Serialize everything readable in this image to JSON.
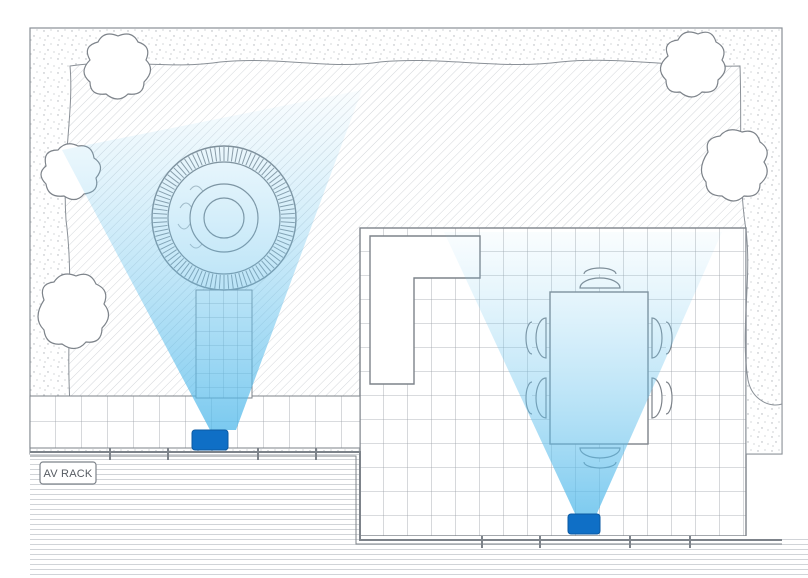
{
  "plan": {
    "av_rack_label": "AV RACK",
    "colors": {
      "line": "#8a9097",
      "paving": "#ffffff",
      "grass_hatch": "#c9ccd0",
      "gravel_dots": "#b8bcc0",
      "speaker": "#0f6fc6",
      "beam": "#6ec6ee"
    },
    "zones": [
      "lawn",
      "gravel-border",
      "paved-terrace",
      "patio-deck",
      "interior-room"
    ],
    "speakers": [
      {
        "name": "speaker-left",
        "icon": "outdoor-speaker-icon"
      },
      {
        "name": "speaker-right",
        "icon": "outdoor-speaker-icon"
      }
    ],
    "furniture": [
      "l-shaped-outdoor-sofa",
      "dining-table",
      "dining-chair",
      "round-fire-pit",
      "fire-pit-path"
    ],
    "trees": [
      "tree-top-left",
      "tree-top-right",
      "tree-left-mid",
      "tree-left-low",
      "tree-right-mid"
    ]
  }
}
